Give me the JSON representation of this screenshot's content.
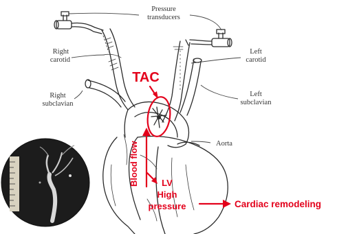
{
  "labels": {
    "pressure_line1": "Pressure",
    "pressure_line2": "transducers",
    "right_carotid_line1": "Right",
    "right_carotid_line2": "carotid",
    "left_carotid_line1": "Left",
    "left_carotid_line2": "carotid",
    "right_subclavian_line1": "Right",
    "right_subclavian_line2": "subclavian",
    "left_subclavian_line1": "Left",
    "left_subclavian_line2": "subclavian",
    "aorta": "Aorta"
  },
  "annotations": {
    "tac": "TAC",
    "blood_flow": "Blood flow",
    "lv_line1": "LV",
    "lv_line2": "High",
    "lv_line3": "pressure",
    "cardiac_remodeling": "Cardiac remodeling"
  },
  "colors": {
    "annotation_red": "#e3001b",
    "line_art": "#2a2a2a",
    "inset_background": "#1c1c1c"
  }
}
